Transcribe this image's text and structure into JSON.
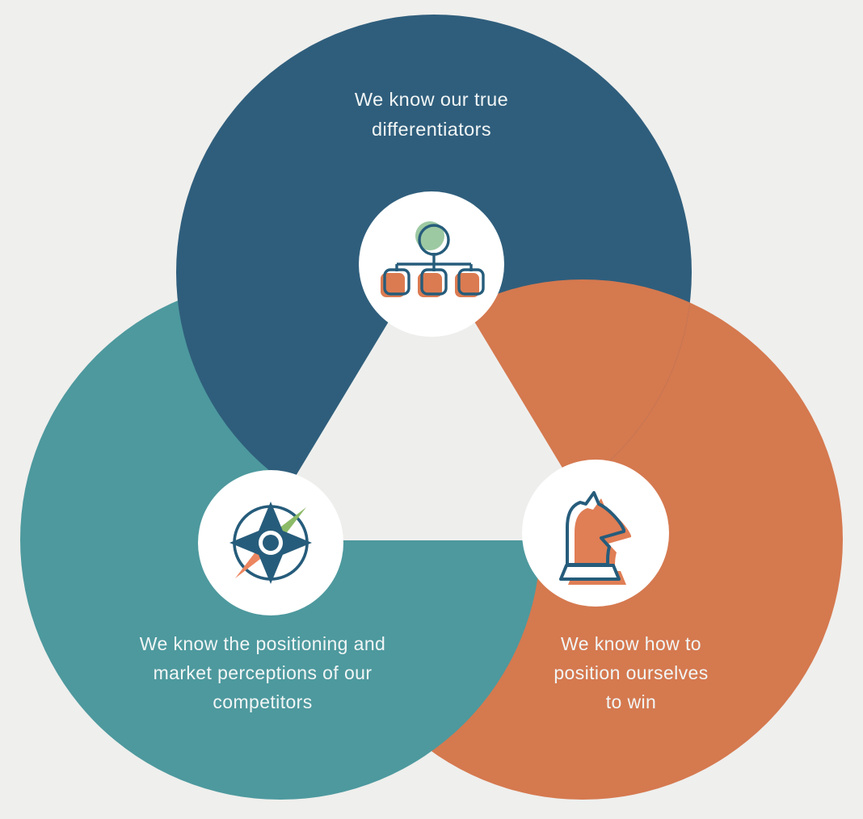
{
  "diagram": {
    "type": "venn-three-circle",
    "background_color": "#EFEFED",
    "center_triangle_color": "#EEEFED",
    "text_color": "#F2F6F6",
    "segments": {
      "top": {
        "color": "#2F5E7C",
        "icon": "org-chart-icon",
        "lines": [
          "We know our true",
          "differentiators"
        ]
      },
      "bottom_left": {
        "color": "#4D999E",
        "icon": "compass-icon",
        "lines": [
          "We know the positioning and",
          "market perceptions of our",
          "competitors"
        ]
      },
      "bottom_right": {
        "color": "#D5794F",
        "icon": "chess-knight-icon",
        "lines": [
          "We know how to",
          "position ourselves",
          "to win"
        ]
      }
    },
    "icon_colors": {
      "outline_blue": "#265C7B",
      "pale_green": "#9DC9A2",
      "needle_green": "#8CBB68",
      "needle_orange": "#EC8660",
      "square_orange": "#DB7B51",
      "knight_orange": "#E07E55",
      "badge_white": "#FFFFFF"
    }
  }
}
